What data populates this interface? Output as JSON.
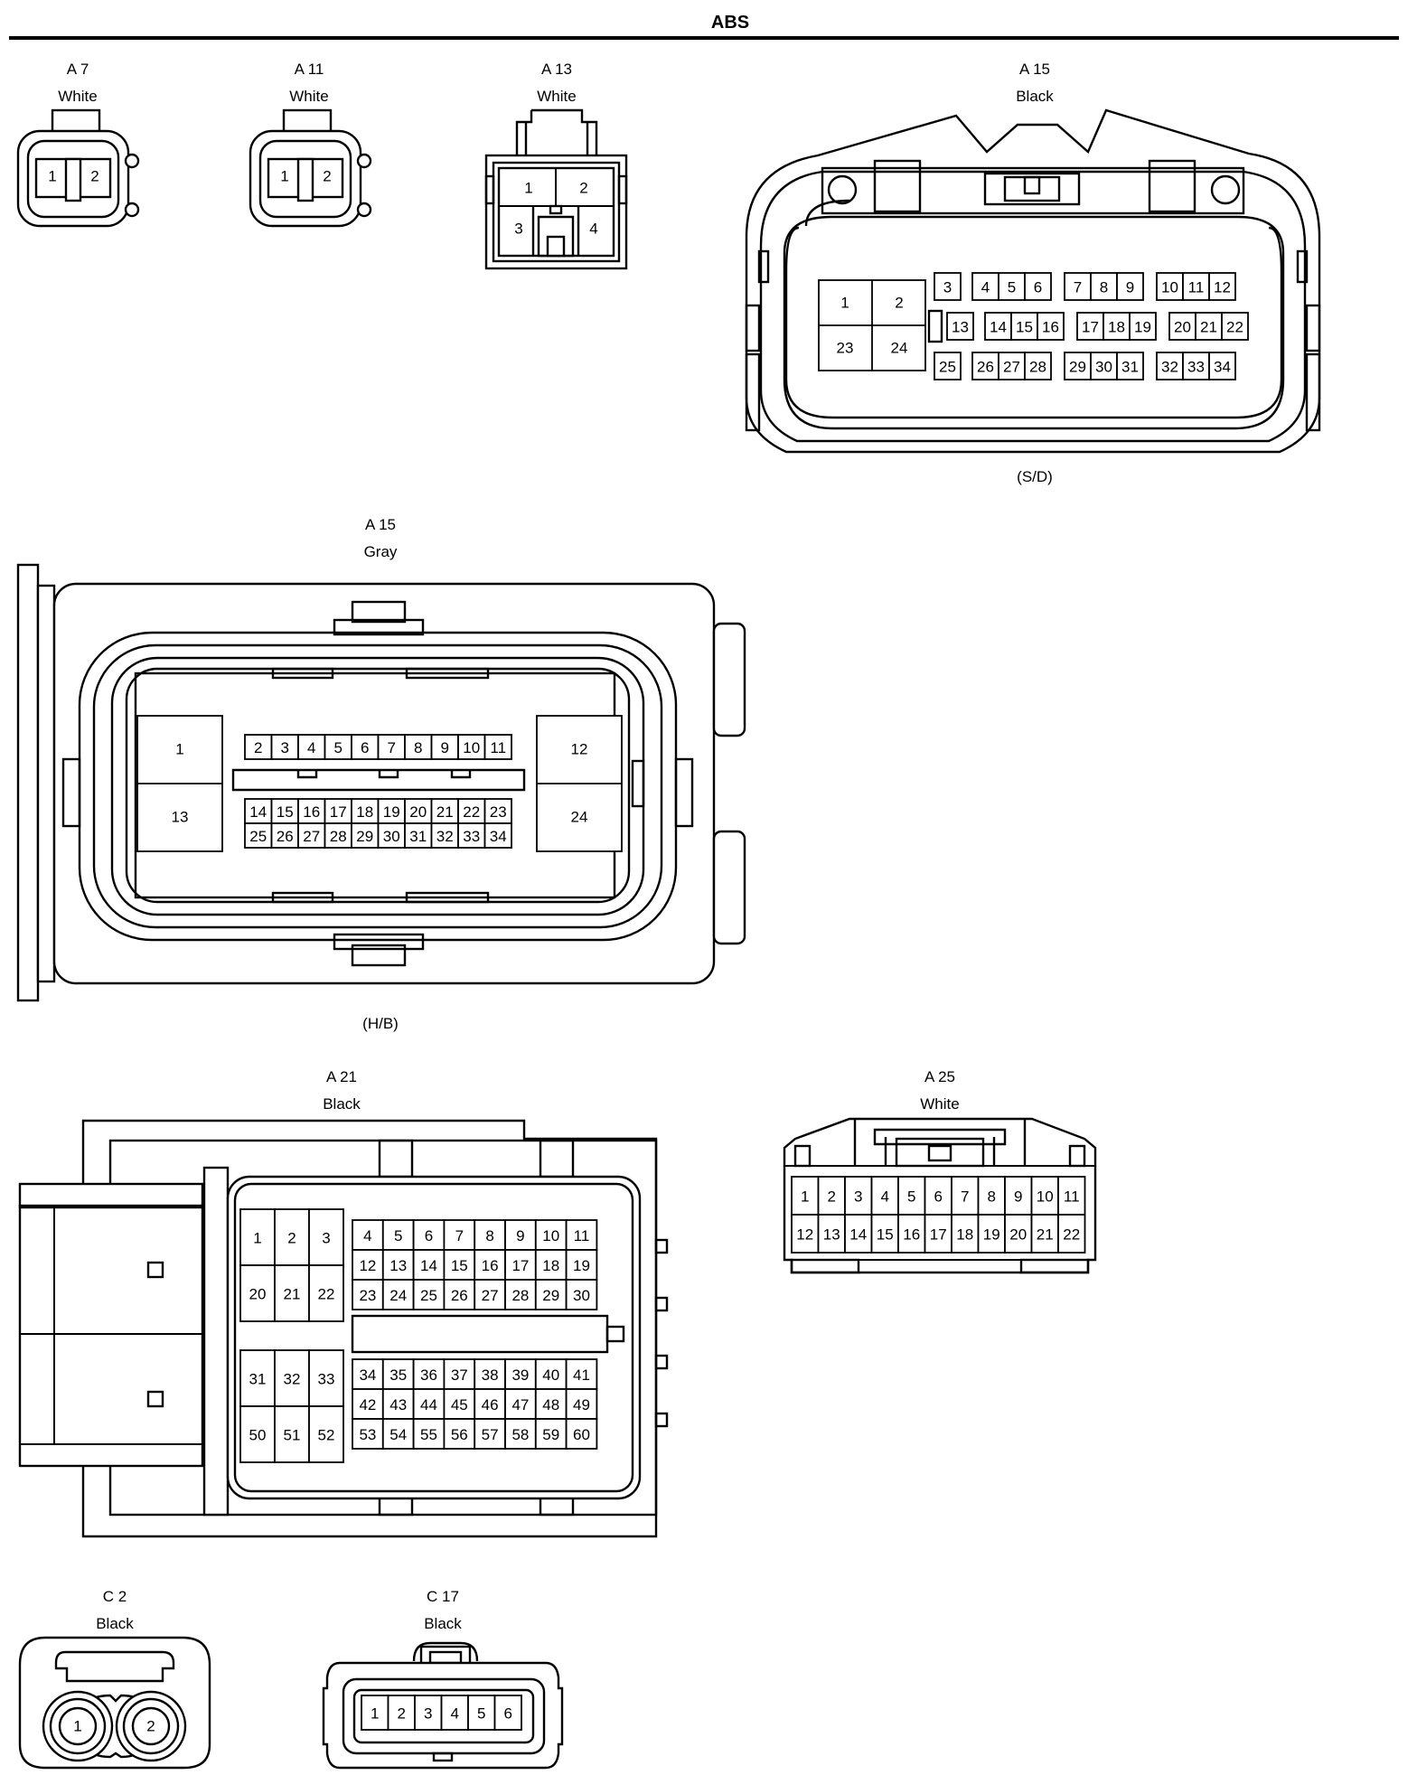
{
  "page": {
    "title": "ABS"
  },
  "connectors": {
    "a7": {
      "name": "A 7",
      "color": "White"
    },
    "a11": {
      "name": "A 11",
      "color": "White"
    },
    "a13": {
      "name": "A 13",
      "color": "White"
    },
    "a15_black": {
      "name": "A 15",
      "color": "Black",
      "note": "(S/D)"
    },
    "a15_gray": {
      "name": "A 15",
      "color": "Gray",
      "note": "(H/B)"
    },
    "a21": {
      "name": "A 21",
      "color": "Black"
    },
    "a25": {
      "name": "A 25",
      "color": "White"
    },
    "c2": {
      "name": "C 2",
      "color": "Black"
    },
    "c17": {
      "name": "C 17",
      "color": "Black"
    }
  }
}
